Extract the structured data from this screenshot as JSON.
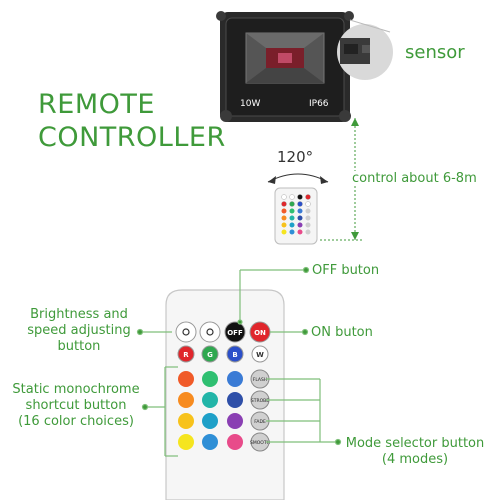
{
  "title": {
    "line1": "REMOTE",
    "line2": "CONTROLLER"
  },
  "light": {
    "power": "10W",
    "rating": "IP66"
  },
  "sensor_label": "sensor",
  "angle_label": "120°",
  "distance_label": "control about 6-8m",
  "remote": {
    "top_row": [
      {
        "label": "",
        "color": "#ffffff",
        "icon": "brightness-up-icon"
      },
      {
        "label": "",
        "color": "#ffffff",
        "icon": "brightness-down-icon"
      },
      {
        "label": "OFF",
        "color": "#111111"
      },
      {
        "label": "ON",
        "color": "#e0262c"
      }
    ],
    "second_row": [
      {
        "label": "R",
        "color": "#e0262c"
      },
      {
        "label": "G",
        "color": "#2fa84f"
      },
      {
        "label": "B",
        "color": "#2b4fc9"
      },
      {
        "label": "W",
        "color": "#ffffff"
      }
    ],
    "color_grid": [
      [
        "#f05a28",
        "#2fbf71",
        "#3a7bd5"
      ],
      [
        "#f78b1f",
        "#22b5a8",
        "#2e4fa8"
      ],
      [
        "#f7c21b",
        "#1ea0c8",
        "#8a3fb3"
      ],
      [
        "#f5e51f",
        "#2f8fd6",
        "#e84b8a"
      ]
    ],
    "mode_buttons": [
      "FLASH",
      "STROBE",
      "FADE",
      "SMOOTH"
    ]
  },
  "annotations": {
    "off_button": "OFF buton",
    "on_button": "ON buton",
    "brightness": [
      "Brightness and",
      "speed adjusting",
      "button"
    ],
    "static": [
      "Static monochrome",
      "shortcut button",
      "(16 color choices)"
    ],
    "mode": [
      "Mode selector button",
      "(4 modes)"
    ]
  },
  "colors": {
    "accent_green": "#3f9a3a",
    "leader_line": "#8ec98a",
    "floodlight_body": "#2a2a2a",
    "led_chip": "#7a1f2a"
  }
}
